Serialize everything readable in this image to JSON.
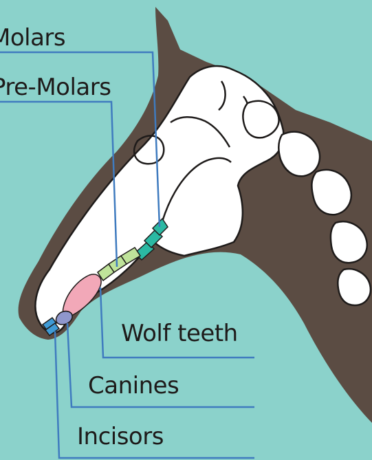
{
  "labels": {
    "molars": "Molars",
    "premolars": "Pre-Molars",
    "wolf_teeth": "Wolf teeth",
    "canines": "Canines",
    "incisors": "Incisors"
  },
  "colors": {
    "background": "#8bd2cb",
    "head": "#5b4c43",
    "skull": "#ffffff",
    "leader_line": "#3f7bbf",
    "molars": "#2bb9a3",
    "premolars": "#bfe39a",
    "wolf_tooth": "#f2a8b8",
    "canine": "#8f97cc",
    "incisors": "#3f9bd6"
  }
}
